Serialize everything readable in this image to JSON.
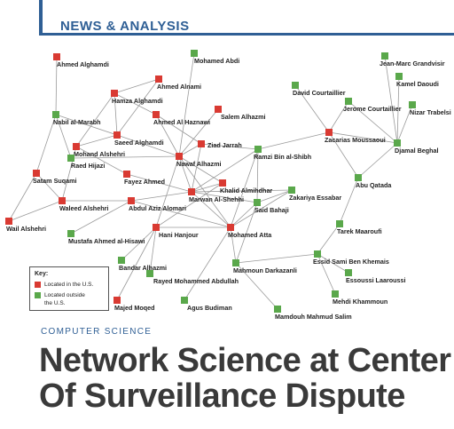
{
  "header": {
    "label": "NEWS & ANALYSIS"
  },
  "colors": {
    "us": "#d93a32",
    "outside": "#5aa84b",
    "edge": "#9a9a9a",
    "header": "#2f5f95"
  },
  "legend": {
    "title": "Key:",
    "us_label": "Located in the U.S.",
    "outside_label_1": "Located outside",
    "outside_label_2": "the U.S."
  },
  "section": "COMPUTER SCIENCE",
  "headline": {
    "line1": "Network Science at Center",
    "line2": "Of Surveillance Dispute"
  },
  "nodes": [
    {
      "id": "ahmed_alghamdi",
      "label": "Ahmed Alghamdi",
      "group": "us"
    },
    {
      "id": "mohamed_abdi",
      "label": "Mohamed Abdi",
      "group": "outside"
    },
    {
      "id": "ahmed_alnami",
      "label": "Ahmed Alnami",
      "group": "us"
    },
    {
      "id": "hamza_alghamdi",
      "label": "Hamza Alghamdi",
      "group": "us"
    },
    {
      "id": "ahmed_al_haznawi",
      "label": "Ahmed Al Haznawi",
      "group": "us"
    },
    {
      "id": "salem_alhazmi",
      "label": "Salem Alhazmi",
      "group": "us"
    },
    {
      "id": "nabil_al_marabh",
      "label": "Nabil al-Marabh",
      "group": "outside"
    },
    {
      "id": "saeed_alghamdi",
      "label": "Saeed Alghamdi",
      "group": "us"
    },
    {
      "id": "mohand_alshehri",
      "label": "Mohand Alshehri",
      "group": "us"
    },
    {
      "id": "raed_hijazi",
      "label": "Raed Hijazi",
      "group": "outside"
    },
    {
      "id": "ziad_jarrah",
      "label": "Ziad Jarrah",
      "group": "us"
    },
    {
      "id": "nawaf_alhazmi",
      "label": "Nawaf Alhazmi",
      "group": "us"
    },
    {
      "id": "ramzi",
      "label": "Ramzi Bin al-Shibh",
      "group": "outside"
    },
    {
      "id": "satam_suqami",
      "label": "Satam Suqami",
      "group": "us"
    },
    {
      "id": "fayez_ahmed",
      "label": "Fayez Ahmed",
      "group": "us"
    },
    {
      "id": "khalid_almihdhar",
      "label": "Khalid Almihdhar",
      "group": "us"
    },
    {
      "id": "marwan",
      "label": "Marwan Al-Shehhi",
      "group": "us"
    },
    {
      "id": "zakariya",
      "label": "Zakariya Essabar",
      "group": "outside"
    },
    {
      "id": "waleed_alshehri",
      "label": "Waleed Alshehri",
      "group": "us"
    },
    {
      "id": "abdul_aziz",
      "label": "Abdul Aziz Alomari",
      "group": "us"
    },
    {
      "id": "said_bahaji",
      "label": "Said Bahaji",
      "group": "outside"
    },
    {
      "id": "wail_alshehri",
      "label": "Wail Alshehri",
      "group": "us"
    },
    {
      "id": "hani_hanjour",
      "label": "Hani Hanjour",
      "group": "us"
    },
    {
      "id": "mohamed_atta",
      "label": "Mohamed Atta",
      "group": "us"
    },
    {
      "id": "mustafa",
      "label": "Mustafa Ahmed al-Hisawi",
      "group": "outside"
    },
    {
      "id": "bandar",
      "label": "Bandar Alhazmi",
      "group": "outside"
    },
    {
      "id": "rayed",
      "label": "Rayed Mohammed Abdullah",
      "group": "outside"
    },
    {
      "id": "majed",
      "label": "Majed Moqed",
      "group": "us"
    },
    {
      "id": "agus",
      "label": "Agus Budiman",
      "group": "outside"
    },
    {
      "id": "mahmoun",
      "label": "Mahmoun Darkazanli",
      "group": "outside"
    },
    {
      "id": "mamdouh",
      "label": "Mamdouh Mahmud Salim",
      "group": "outside"
    },
    {
      "id": "jean_marc",
      "label": "Jean-Marc Grandvisir",
      "group": "outside"
    },
    {
      "id": "kamel",
      "label": "Kamel Daoudi",
      "group": "outside"
    },
    {
      "id": "david",
      "label": "David Courtaillier",
      "group": "outside"
    },
    {
      "id": "jerome",
      "label": "Jerome Courtaillier",
      "group": "outside"
    },
    {
      "id": "nizar",
      "label": "Nizar Trabelsi",
      "group": "outside"
    },
    {
      "id": "zacarias",
      "label": "Zacarias Moussaoui",
      "group": "us"
    },
    {
      "id": "djamal",
      "label": "Djamal Beghal",
      "group": "outside"
    },
    {
      "id": "abu_qatada",
      "label": "Abu Qatada",
      "group": "outside"
    },
    {
      "id": "tarek",
      "label": "Tarek Maaroufi",
      "group": "outside"
    },
    {
      "id": "essid",
      "label": "Essid Sami Ben Khemais",
      "group": "outside"
    },
    {
      "id": "essoussi",
      "label": "Essoussi Laaroussi",
      "group": "outside"
    },
    {
      "id": "mehdi",
      "label": "Mehdi Khammoun",
      "group": "outside"
    }
  ],
  "edges": [
    [
      "ahmed_alghamdi",
      "nabil_al_marabh"
    ],
    [
      "mohamed_abdi",
      "nawaf_alhazmi"
    ],
    [
      "ahmed_alnami",
      "hamza_alghamdi"
    ],
    [
      "ahmed_alnami",
      "saeed_alghamdi"
    ],
    [
      "hamza_alghamdi",
      "saeed_alghamdi"
    ],
    [
      "hamza_alghamdi",
      "ahmed_al_haznawi"
    ],
    [
      "hamza_alghamdi",
      "mohand_alshehri"
    ],
    [
      "ahmed_al_haznawi",
      "nawaf_alhazmi"
    ],
    [
      "ahmed_al_haznawi",
      "ziad_jarrah"
    ],
    [
      "salem_alhazmi",
      "nawaf_alhazmi"
    ],
    [
      "nabil_al_marabh",
      "raed_hijazi"
    ],
    [
      "nabil_al_marabh",
      "satam_suqami"
    ],
    [
      "nabil_al_marabh",
      "saeed_alghamdi"
    ],
    [
      "saeed_alghamdi",
      "nawaf_alhazmi"
    ],
    [
      "mohand_alshehri",
      "saeed_alghamdi"
    ],
    [
      "mohand_alshehri",
      "waleed_alshehri"
    ],
    [
      "raed_hijazi",
      "nawaf_alhazmi"
    ],
    [
      "ziad_jarrah",
      "nawaf_alhazmi"
    ],
    [
      "ziad_jarrah",
      "ramzi"
    ],
    [
      "ziad_jarrah",
      "marwan"
    ],
    [
      "nawaf_alhazmi",
      "khalid_almihdhar"
    ],
    [
      "nawaf_alhazmi",
      "hani_hanjour"
    ],
    [
      "nawaf_alhazmi",
      "mohamed_atta"
    ],
    [
      "nawaf_alhazmi",
      "marwan"
    ],
    [
      "ramzi",
      "said_bahaji"
    ],
    [
      "ramzi",
      "zacarias"
    ],
    [
      "ramzi",
      "marwan"
    ],
    [
      "ramzi",
      "mohamed_atta"
    ],
    [
      "satam_suqami",
      "waleed_alshehri"
    ],
    [
      "satam_suqami",
      "wail_alshehri"
    ],
    [
      "fayez_ahmed",
      "mohand_alshehri"
    ],
    [
      "fayez_ahmed",
      "marwan"
    ],
    [
      "khalid_almihdhar",
      "marwan"
    ],
    [
      "khalid_almihdhar",
      "hani_hanjour"
    ],
    [
      "marwan",
      "zakariya"
    ],
    [
      "marwan",
      "said_bahaji"
    ],
    [
      "marwan",
      "mohamed_atta"
    ],
    [
      "marwan",
      "abdul_aziz"
    ],
    [
      "waleed_alshehri",
      "abdul_aziz"
    ],
    [
      "waleed_alshehri",
      "wail_alshehri"
    ],
    [
      "abdul_aziz",
      "mohamed_atta"
    ],
    [
      "abdul_aziz",
      "mustafa"
    ],
    [
      "said_bahaji",
      "mohamed_atta"
    ],
    [
      "zakariya",
      "mohamed_atta"
    ],
    [
      "hani_hanjour",
      "bandar"
    ],
    [
      "hani_hanjour",
      "rayed"
    ],
    [
      "hani_hanjour",
      "majed"
    ],
    [
      "hani_hanjour",
      "mohamed_atta"
    ],
    [
      "mohamed_atta",
      "mahmoun"
    ],
    [
      "mohamed_atta",
      "agus"
    ],
    [
      "mahmoun",
      "mamdouh"
    ],
    [
      "said_bahaji",
      "mahmoun"
    ],
    [
      "jean_marc",
      "djamal"
    ],
    [
      "kamel",
      "djamal"
    ],
    [
      "david",
      "zacarias"
    ],
    [
      "jerome",
      "djamal"
    ],
    [
      "jerome",
      "zacarias"
    ],
    [
      "nizar",
      "djamal"
    ],
    [
      "zacarias",
      "djamal"
    ],
    [
      "djamal",
      "abu_qatada"
    ],
    [
      "zacarias",
      "abu_qatada"
    ],
    [
      "abu_qatada",
      "tarek"
    ],
    [
      "tarek",
      "essid"
    ],
    [
      "essid",
      "essoussi"
    ],
    [
      "essid",
      "mehdi"
    ],
    [
      "mahmoun",
      "essid"
    ],
    [
      "zakariya",
      "said_bahaji"
    ]
  ]
}
